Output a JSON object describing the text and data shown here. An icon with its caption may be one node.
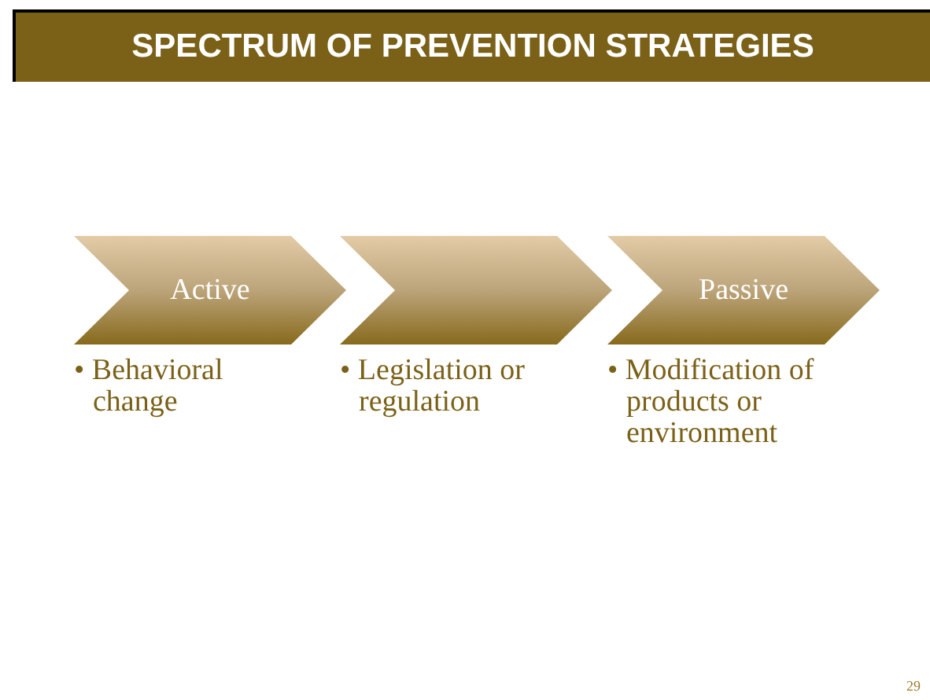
{
  "diagram": {
    "title": "SPECTRUM OF PREVENTION STRATEGIES",
    "nodes": [
      {
        "text": [
          "Active"
        ],
        "beside": [
          "• Behavioral change"
        ]
      },
      {
        "text": [],
        "shape": "chevron",
        "beside": [
          "• Legislation or regulation"
        ]
      },
      {
        "text": [
          "Passive"
        ],
        "beside": [
          "• Modification of products or environment"
        ]
      }
    ],
    "labels": [
      "29"
    ]
  }
}
